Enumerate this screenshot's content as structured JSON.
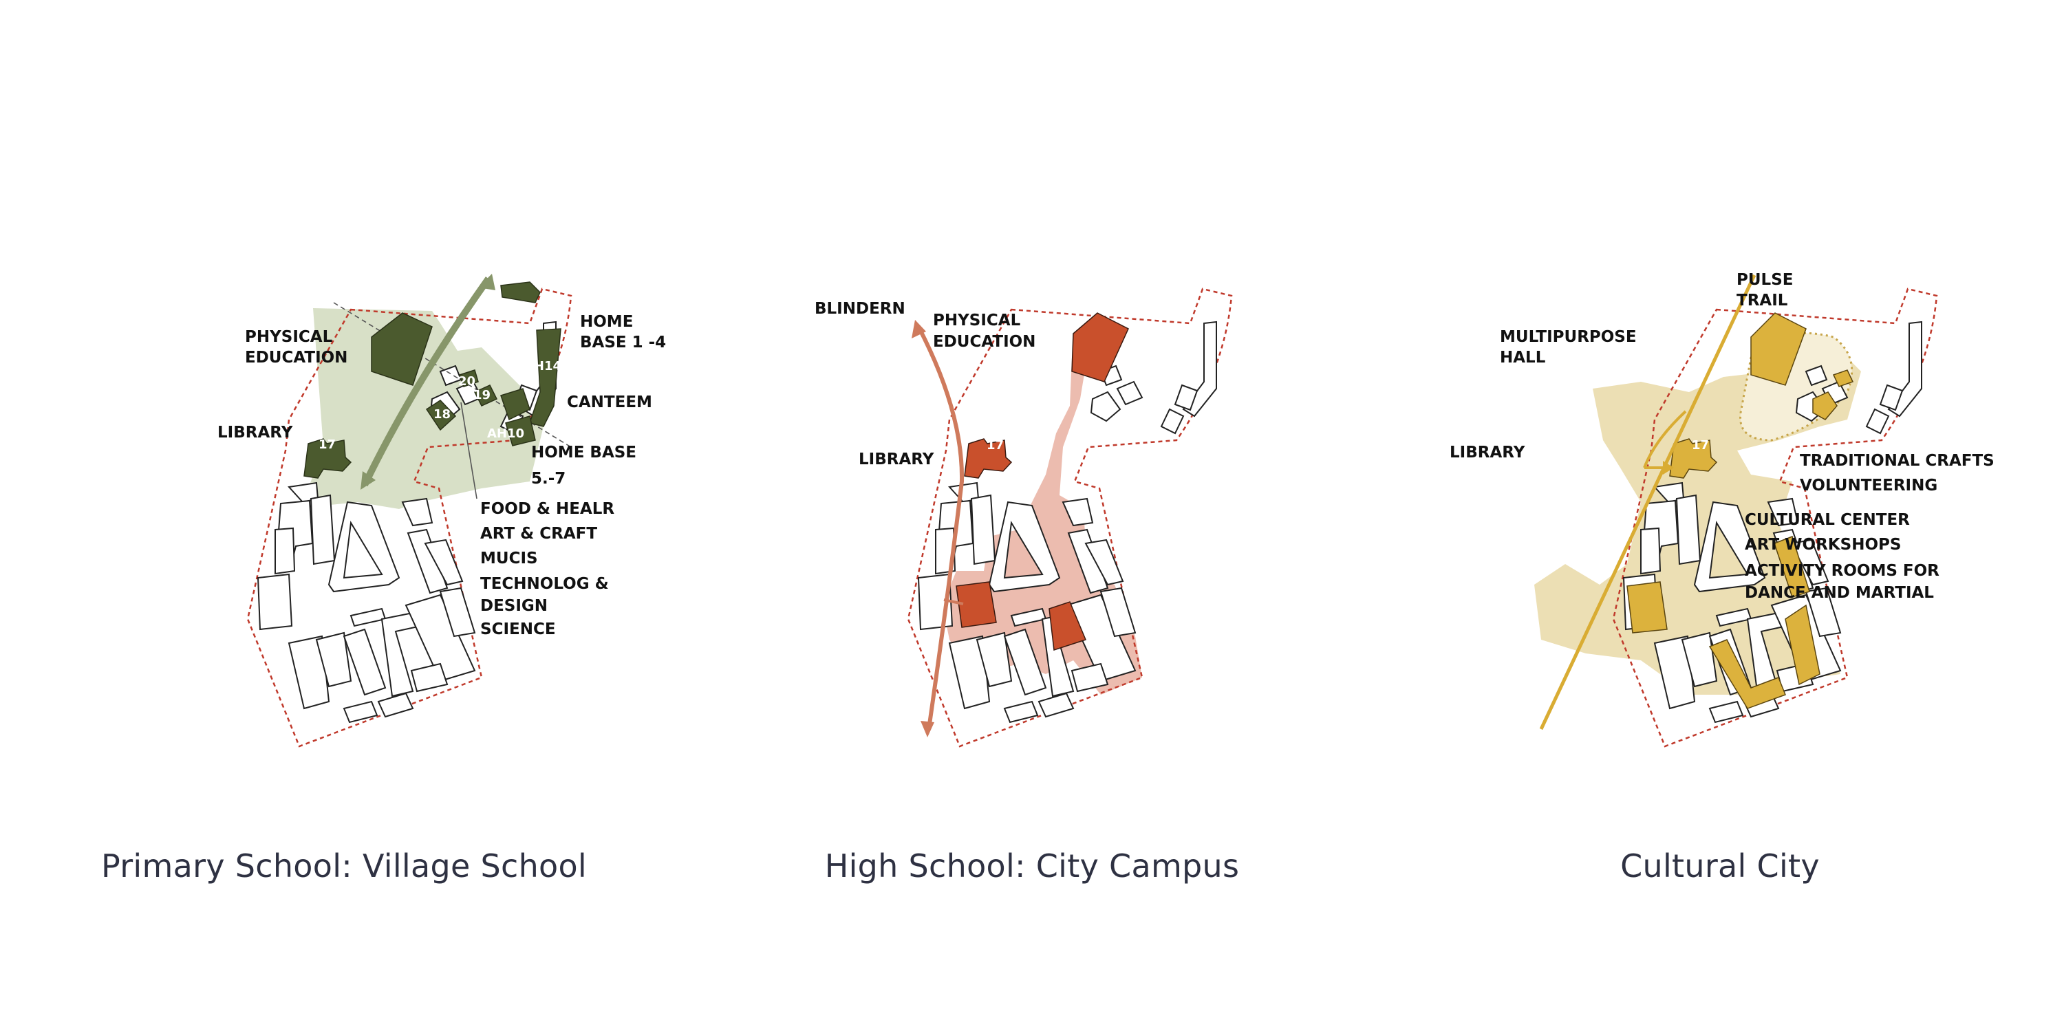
{
  "colors": {
    "primary_dark": "#4b5a2e",
    "primary_light": "#d8e0c7",
    "primary_arrow": "#87966a",
    "high_dark": "#c9502c",
    "high_light": "#ecbcaf",
    "high_arrow": "#cf7a5c",
    "culture_dark": "#dcb23d",
    "culture_light": "#ecdfb4",
    "culture_arrow": "#d9ac33",
    "boundary": "#c0392b",
    "caption": "#2e3142"
  },
  "panels": [
    {
      "caption": "Primary School: Village School",
      "labels": {
        "physical_education_1": "PHYSICAL",
        "physical_education_2": "EDUCATION",
        "library": "LIBRARY",
        "home_base_1_1": "HOME",
        "home_base_1_2": "BASE 1 -4",
        "canteen": "CANTEEM",
        "home_base_2_1": "HOME BASE",
        "home_base_2_2": "5.-7",
        "program_1": "FOOD & HEALR",
        "program_2": "ART & CRAFT",
        "program_3": "MUCIS",
        "program_4": "TECHNOLOG &",
        "program_5": "DESIGN",
        "program_6": "SCIENCE"
      },
      "building_numbers": {
        "b17": "17",
        "b18": "18",
        "b19": "19",
        "b20": "20",
        "ah14": "AH14",
        "ah10": "AH10"
      }
    },
    {
      "caption": "High School: City Campus",
      "labels": {
        "blindern": "BLINDERN",
        "physical_education_1": "PHYSICAL",
        "physical_education_2": "EDUCATION",
        "library": "LIBRARY"
      },
      "building_numbers": {
        "b17": "17"
      }
    },
    {
      "caption": "Cultural City",
      "labels": {
        "pulse_trail_1": "PULSE",
        "pulse_trail_2": "TRAIL",
        "multipurpose_1": "MULTIPURPOSE",
        "multipurpose_2": "HALL",
        "library": "LIBRARY",
        "traditional_crafts": "TRADITIONAL CRAFTS",
        "volunteering": "VOLUNTEERING",
        "cultural_center": "CULTURAL CENTER",
        "art_workshops": "ART WORKSHOPS",
        "activity_rooms_1": "ACTIVITY ROOMS FOR",
        "activity_rooms_2": "DANCE AND MARTIAL"
      },
      "building_numbers": {
        "b17": "17"
      }
    }
  ]
}
